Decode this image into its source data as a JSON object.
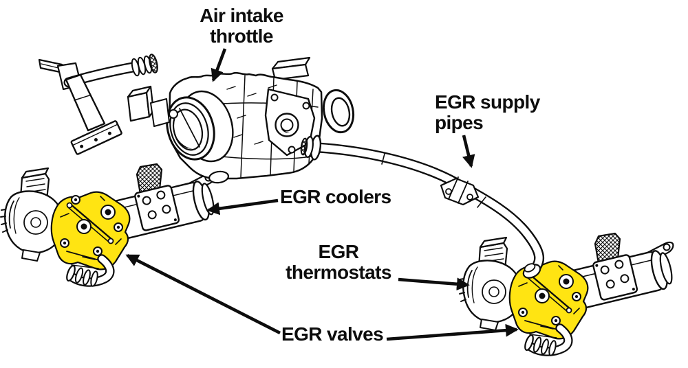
{
  "diagram": {
    "type": "exploded parts line-art diagram of a diesel EGR system",
    "colors": {
      "background": "#ffffff",
      "line_art": "#0d0d0d",
      "highlight_yellow": "#ffe412"
    },
    "labels": {
      "air_intake_throttle": {
        "line1": "Air intake",
        "line2": "throttle"
      },
      "egr_supply_pipes": {
        "line1": "EGR supply",
        "line2": "pipes"
      },
      "egr_coolers": {
        "text": "EGR coolers"
      },
      "egr_thermostats": {
        "line1": "EGR",
        "line2": "thermostats"
      },
      "egr_valves": {
        "text": "EGR valves"
      }
    }
  }
}
